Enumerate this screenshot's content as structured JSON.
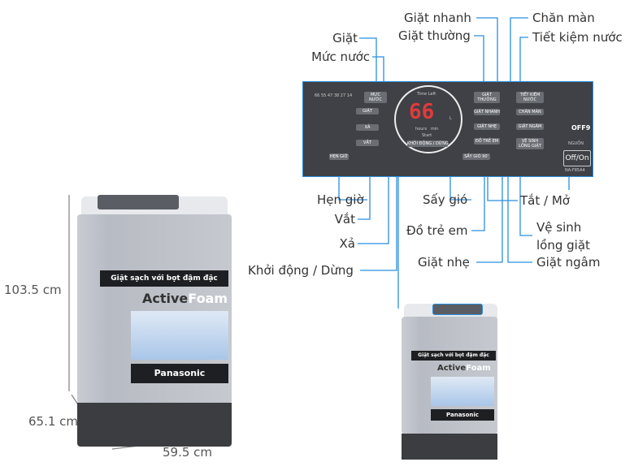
{
  "labels": {
    "giat": "Giặt",
    "muc_nuoc": "Mức nước",
    "giat_nhanh": "Giặt nhanh",
    "giat_thuong": "Giặt thường",
    "chan_man": "Chăn màn",
    "tiet_kiem_nuoc": "Tiết kiệm nước",
    "hen_gio": "Hẹn giờ",
    "vat": "Vắt",
    "xa": "Xả",
    "khoi_dong_dung": "Khởi động / Dừng",
    "say_gio": "Sấy gió",
    "do_tre_em": "Đồ trẻ em",
    "giat_nhe": "Giặt nhẹ",
    "tat_mo": "Tắt / Mở",
    "ve_sinh_1": "Vệ sinh",
    "ve_sinh_2": "lồng giặt",
    "giat_ngam": "Giặt ngâm"
  },
  "panel": {
    "levels": "66 55 47 38 27 14",
    "time_left": "Time Left",
    "display": "66",
    "unit": "L",
    "hours_min": "hours   min",
    "start": "Start",
    "btn_muc_nuoc": "MỰC NƯỚC",
    "btn_giat": "GIẶT",
    "btn_xa": "XẢ",
    "btn_vat": "VẮT",
    "btn_hen_gio": "HẸN GIỜ",
    "btn_khoi_dong": "KHỞI ĐỘNG / DỪNG",
    "btn_giat_thuong": "GIẶT THƯỜNG",
    "btn_giat_nhanh": "GIẶT NHANH",
    "btn_giat_nhe": "GIẶT NHẸ",
    "btn_do_tre_em": "ĐỒ TRẺ EM",
    "btn_say_gio": "SẤY GIÓ 90'",
    "btn_tiet_kiem": "TIẾT KIỆM NƯỚC",
    "btn_chan_man": "CHĂN MÀN",
    "btn_giat_ngam": "GIẶT NGÂM",
    "btn_ve_sinh": "VỆ SINH LỒNG GIẶT",
    "nguon": "NGUỒN",
    "off_on": "Off/On",
    "model": "NA-F85A4",
    "off9": "OFF9"
  },
  "machine": {
    "slogan": "Giặt sạch với bọt đậm đặc",
    "active": "Active",
    "foam": "Foam",
    "brand": "Panasonic"
  },
  "dimensions": {
    "height": "103.5 cm",
    "depth": "65.1 cm",
    "width": "59.5 cm"
  },
  "colors": {
    "line": "#2a8fe0",
    "panel": "#3f4146",
    "display": "#e23a3a"
  }
}
